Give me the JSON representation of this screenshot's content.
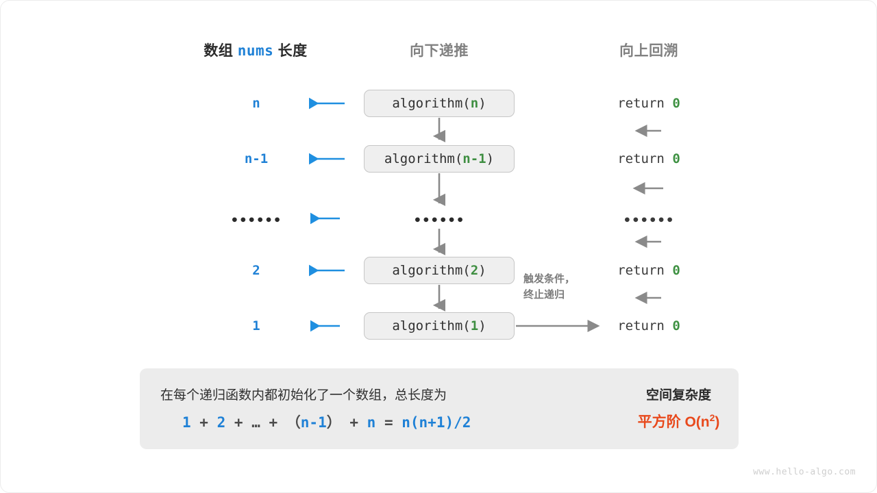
{
  "colors": {
    "blue": "#1f81d6",
    "green": "#3e8e41",
    "orange": "#e8491c",
    "gray_arrow": "#8a8a8a",
    "box_fill": "#efefef",
    "box_border": "#c6c6c6",
    "panel_fill": "#ececec",
    "header_gray": "#818181",
    "text_dark": "#2b2b2b"
  },
  "headers": {
    "left_pre": "数组 ",
    "left_code": "nums",
    "left_post": " 长度",
    "middle": "向下递推",
    "right": "向上回溯"
  },
  "rows": [
    {
      "length": "n",
      "call_prefix": "algorithm(",
      "call_arg": "n",
      "call_suffix": ")",
      "return_text": "return ",
      "return_value": "0"
    },
    {
      "length": "n-1",
      "call_prefix": "algorithm(",
      "call_arg": "n-1",
      "call_suffix": ")",
      "return_text": "return ",
      "return_value": "0"
    },
    {
      "length": "••••••",
      "call_prefix": "••••••",
      "call_arg": "",
      "call_suffix": "",
      "return_text": "••••••",
      "return_value": ""
    },
    {
      "length": "2",
      "call_prefix": "algorithm(",
      "call_arg": "2",
      "call_suffix": ")",
      "return_text": "return ",
      "return_value": "0"
    },
    {
      "length": "1",
      "call_prefix": "algorithm(",
      "call_arg": "1",
      "call_suffix": ")",
      "return_text": "return ",
      "return_value": "0"
    }
  ],
  "note": {
    "line1": "触发条件，",
    "line2": "终止递归"
  },
  "summary": {
    "description": "在每个递归函数内都初始化了一个数组，总长度为",
    "formula_parts": [
      {
        "t": "1",
        "op": false
      },
      {
        "t": " + ",
        "op": true
      },
      {
        "t": "2",
        "op": false
      },
      {
        "t": " + ",
        "op": true
      },
      {
        "t": "…",
        "op": true
      },
      {
        "t": " + ",
        "op": true
      },
      {
        "t": "（",
        "op": true
      },
      {
        "t": "n-1",
        "op": false
      },
      {
        "t": "）",
        "op": true
      },
      {
        "t": " + ",
        "op": true
      },
      {
        "t": "n",
        "op": false
      },
      {
        "t": " = ",
        "op": true
      },
      {
        "t": "n(n+1)/2",
        "op": false
      }
    ],
    "result_title": "空间复杂度",
    "result_label": "平方阶 ",
    "result_big_o": "O(n",
    "result_exp": "2",
    "result_close": ")"
  },
  "watermark": "www.hello-algo.com"
}
